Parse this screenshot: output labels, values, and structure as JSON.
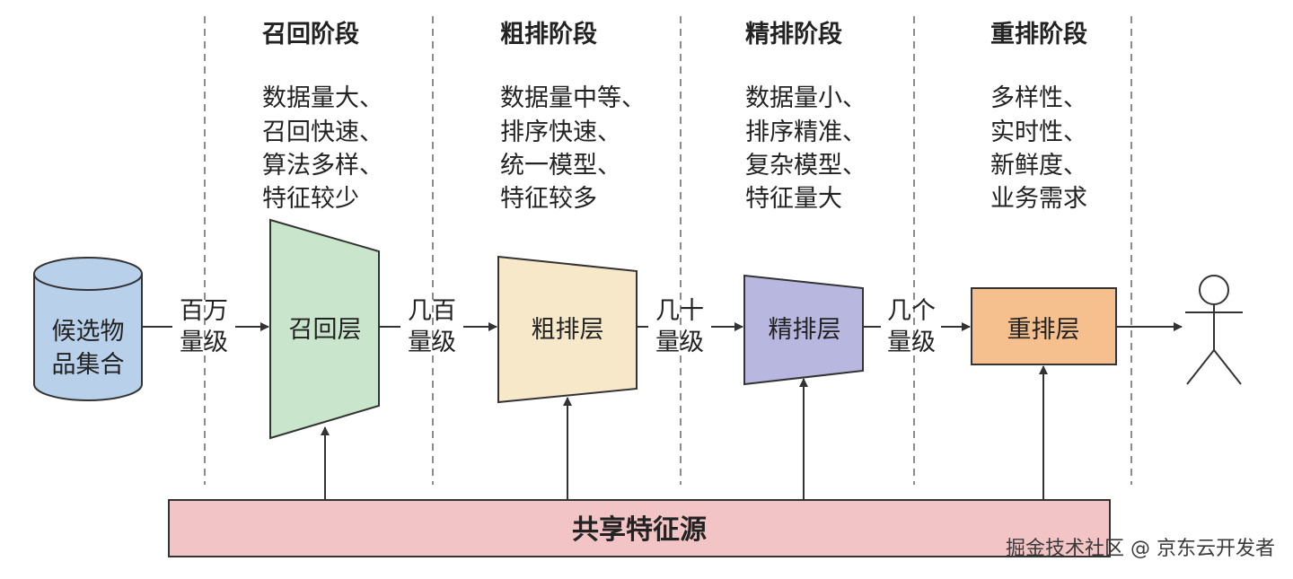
{
  "stages": [
    {
      "title": "召回阶段",
      "desc": [
        "数据量大、",
        "召回快速、",
        "算法多样、",
        "特征较少"
      ],
      "layer": "召回层",
      "color": "#c9e6cc"
    },
    {
      "title": "粗排阶段",
      "desc": [
        "数据量中等、",
        "排序快速、",
        "统一模型、",
        "特征较多"
      ],
      "layer": "粗排层",
      "color": "#f6e8c8"
    },
    {
      "title": "精排阶段",
      "desc": [
        "数据量小、",
        "排序精准、",
        "复杂模型、",
        "特征量大"
      ],
      "layer": "精排层",
      "color": "#b7b7df"
    },
    {
      "title": "重排阶段",
      "desc": [
        "多样性、",
        "实时性、",
        "新鲜度、",
        "业务需求"
      ],
      "layer": "重排层",
      "color": "#f5c08e"
    }
  ],
  "candidate": {
    "lines": [
      "候选物",
      "品集合"
    ],
    "color": "#b8d0ea"
  },
  "connectors": [
    [
      "百万",
      "量级"
    ],
    [
      "几百",
      "量级"
    ],
    [
      "几十",
      "量级"
    ],
    [
      "几个",
      "量级"
    ]
  ],
  "shared_source": {
    "label": "共享特征源",
    "color": "#f2c4c6"
  },
  "watermark": "掘金技术社区 @ 京东云开发者"
}
